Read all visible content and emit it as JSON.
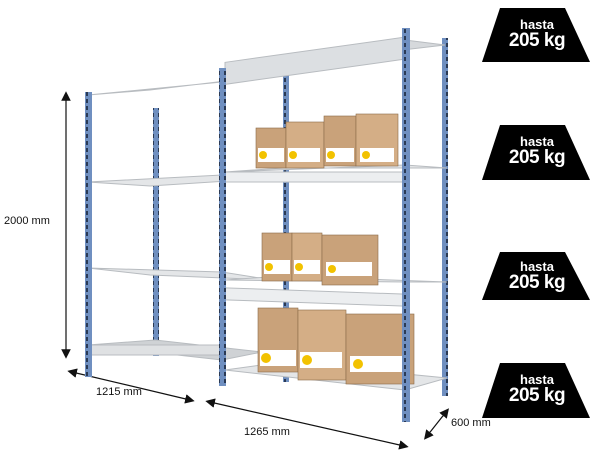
{
  "dimensions": {
    "height": "2000 mm",
    "width_left": "1215 mm",
    "width_right": "1265 mm",
    "depth": "600 mm"
  },
  "load_badges": [
    {
      "label": "hasta",
      "value": "205 kg"
    },
    {
      "label": "hasta",
      "value": "205 kg"
    },
    {
      "label": "hasta",
      "value": "205 kg"
    },
    {
      "label": "hasta",
      "value": "205 kg"
    }
  ],
  "colors": {
    "upright": "#6f8fc0",
    "shelf": "#e4e6e8",
    "box": "#c9a27a",
    "badge": "#000000"
  }
}
